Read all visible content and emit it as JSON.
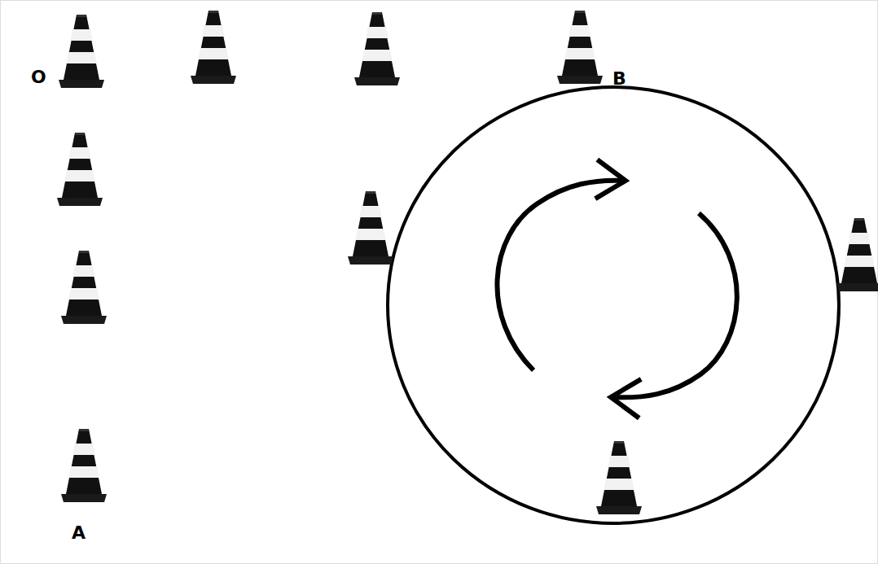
{
  "diagram": {
    "labels": [
      "O",
      "B",
      "A"
    ]
  }
}
